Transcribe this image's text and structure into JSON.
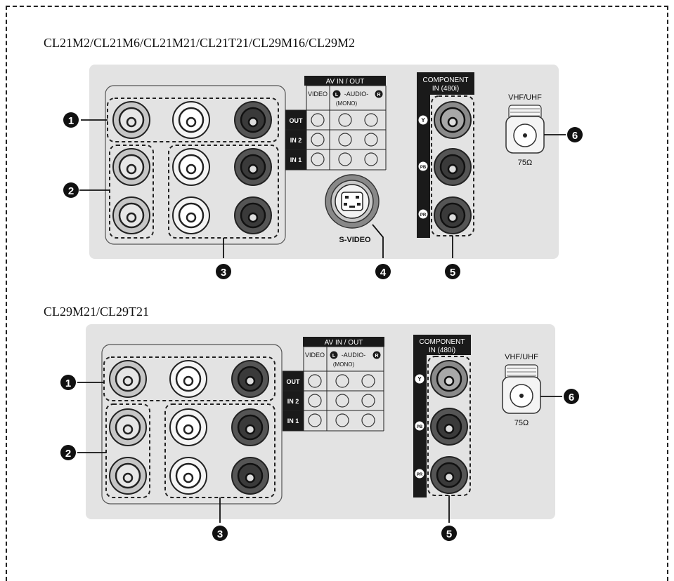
{
  "panels": [
    {
      "model_title": "CL21M2/CL21M6/CL21M21/CL21T21/CL29M16/CL29M2",
      "av_header": "AV IN / OUT",
      "col_video": "VIDEO",
      "col_audio_l": "L",
      "col_audio_mid": "-AUDIO-",
      "col_audio_r": "R",
      "col_mono": "(MONO)",
      "rows": [
        "OUT",
        "IN 2",
        "IN 1"
      ],
      "component_title_1": "COMPONENT",
      "component_title_2": "IN (480i)",
      "component_labels": [
        "Y",
        "PB",
        "PR"
      ],
      "svideo_label": "S-VIDEO",
      "antenna_label": "VHF/UHF",
      "antenna_ohm": "75Ω",
      "callouts": [
        "1",
        "2",
        "3",
        "4",
        "5",
        "6"
      ]
    },
    {
      "model_title": "CL29M21/CL29T21",
      "av_header": "AV IN / OUT",
      "col_video": "VIDEO",
      "col_audio_l": "L",
      "col_audio_mid": "-AUDIO-",
      "col_audio_r": "R",
      "col_mono": "(MONO)",
      "rows": [
        "OUT",
        "IN 2",
        "IN 1"
      ],
      "component_title_1": "COMPONENT",
      "component_title_2": "IN (480i)",
      "component_labels": [
        "Y",
        "PB",
        "PR"
      ],
      "antenna_label": "VHF/UHF",
      "antenna_ohm": "75Ω",
      "callouts": [
        "1",
        "2",
        "3",
        "5",
        "6"
      ]
    }
  ],
  "colors": {
    "panel_bg": "#e3e3e3",
    "jack_white": "#ffffff",
    "jack_gray": "#c6c6c6",
    "jack_dark": "#3a3a3a",
    "label_black": "#1a1a1a"
  }
}
